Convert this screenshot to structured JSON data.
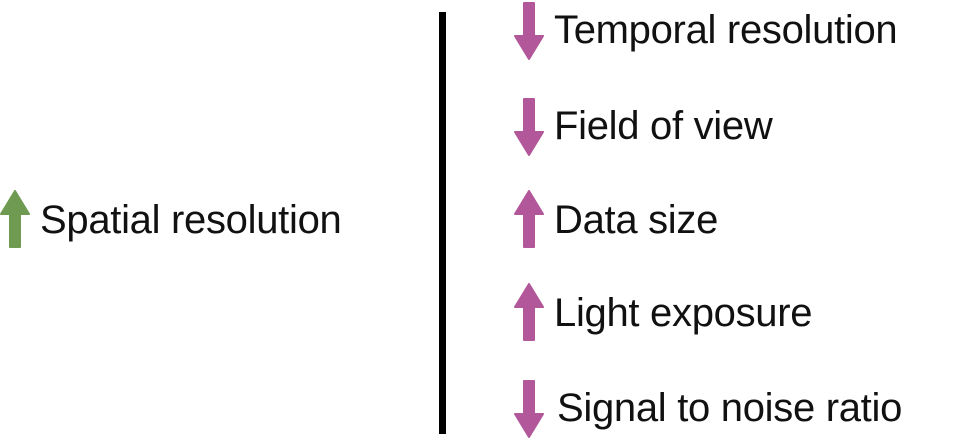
{
  "left": {
    "label": "Spatial resolution",
    "direction": "up",
    "color": "#6e9a52"
  },
  "right": {
    "color": "#b2579a",
    "items": [
      {
        "label": "Temporal resolution",
        "direction": "down"
      },
      {
        "label": "Field of view",
        "direction": "down"
      },
      {
        "label": "Data size",
        "direction": "up"
      },
      {
        "label": "Light exposure",
        "direction": "up"
      },
      {
        "label": "Signal to noise ratio",
        "direction": "down"
      }
    ]
  },
  "divider_color": "#000000"
}
